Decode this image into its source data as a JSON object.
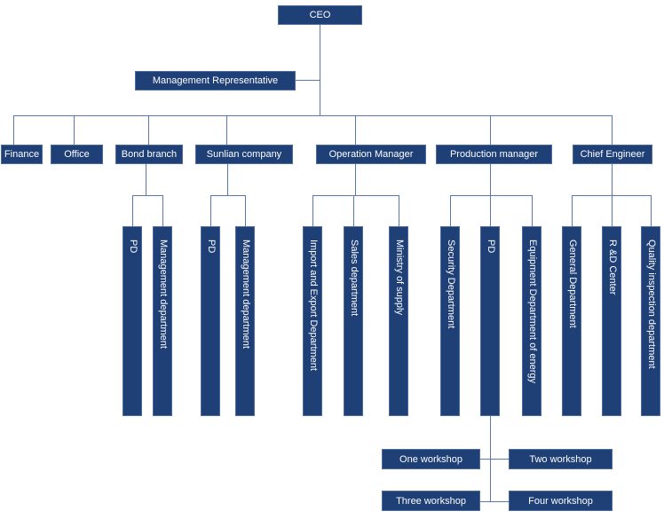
{
  "colors": {
    "box_fill": "#1f3f77",
    "box_border": "#4c6c9f",
    "line": "#5878ae",
    "text": "#ffffff",
    "bg": "#ffffff"
  },
  "nodes": {
    "ceo": "CEO",
    "management_representative": "Management Representative",
    "finance": "Finance",
    "office": "Office",
    "bond_branch": "Bond branch",
    "sunlian_company": "Sunlian company",
    "operation_manager": "Operation Manager",
    "production_manager": "Production manager",
    "chief_engineer": "Chief Engineer",
    "bond_pd": "PD",
    "bond_management_department": "Management department",
    "sunlian_pd": "PD",
    "sunlian_management_department": "Management department",
    "import_export_department": "Import and Export Department",
    "sales_department": "Sales department",
    "ministry_of_supply": "Ministry of supply",
    "security_department": "Security Department",
    "production_pd": "PD",
    "equipment_department_of_energy": "Equipment Department of energy",
    "general_department": "General Department",
    "rd_center": "R &D Center",
    "quality_inspection_department": "Quality inspection department",
    "one_workshop": "One workshop",
    "two_workshop": "Two workshop",
    "three_workshop": "Three workshop",
    "four_workshop": "Four workshop"
  }
}
